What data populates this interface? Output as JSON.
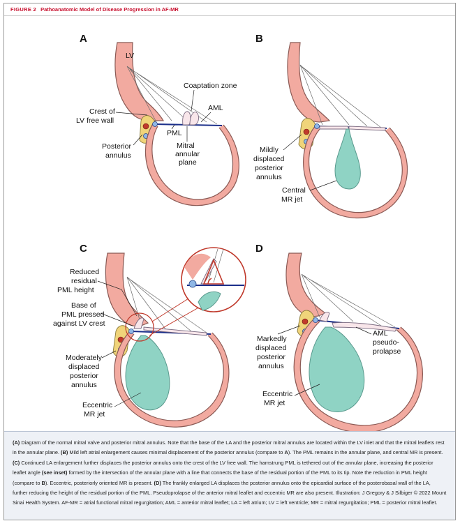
{
  "figure": {
    "label": "FIGURE 2",
    "title": "Pathoanatomic Model of Disease Progression in AF-MR"
  },
  "colors": {
    "accent": "#c8102e",
    "wall": "#f2aaa0",
    "wall_edge": "#d97a72",
    "jet": "#8fd3c4",
    "annulus_plane": "#1b2f8a",
    "annulus_tissue": "#f0d47a"
  },
  "panels": {
    "a": {
      "letter": "A",
      "labels": {
        "lv": "LV",
        "coaptation": "Coaptation zone",
        "crest_1": "Crest of",
        "crest_2": "LV free wall",
        "aml": "AML",
        "pml": "PML",
        "post_1": "Posterior",
        "post_2": "annulus",
        "mitral_1": "Mitral",
        "mitral_2": "annular",
        "mitral_3": "plane"
      }
    },
    "b": {
      "letter": "B",
      "labels": {
        "mild_1": "Mildly",
        "mild_2": "displaced",
        "mild_3": "posterior",
        "mild_4": "annulus",
        "central_1": "Central",
        "central_2": "MR jet"
      }
    },
    "c": {
      "letter": "C",
      "labels": {
        "reduced_1": "Reduced",
        "reduced_2": "residual",
        "reduced_3": "PML height",
        "base_1": "Base of",
        "base_2": "PML pressed",
        "base_3": "against LV crest",
        "mod_1": "Moderately",
        "mod_2": "displaced",
        "mod_3": "posterior",
        "mod_4": "annulus",
        "ecc_1": "Eccentric",
        "ecc_2": "MR jet"
      }
    },
    "d": {
      "letter": "D",
      "labels": {
        "mark_1": "Markedly",
        "mark_2": "displaced",
        "mark_3": "posterior",
        "mark_4": "annulus",
        "aml_1": "AML",
        "aml_2": "pseudo-",
        "aml_3": "prolapse",
        "ecc_1": "Eccentric",
        "ecc_2": "MR jet"
      }
    }
  },
  "caption": {
    "a_tag": "(A)",
    "a_text": " Diagram of the normal mitral valve and posterior mitral annulus. Note that the base of the LA and the posterior mitral annulus are located within the LV inlet and that the mitral leaflets rest in the annular plane. ",
    "b_tag": "(B)",
    "b_text": " Mild left atrial enlargement causes minimal displacement of the posterior annulus (compare to ",
    "b_ref": "A",
    "b_text2": "). The PML remains in the annular plane, and central MR is present. ",
    "c_tag": "(C)",
    "c_text": " Continued LA enlargement further displaces the posterior annulus onto the crest of the LV free wall. The hamstrung PML is tethered out of the annular plane, increasing the posterior leaflet angle ",
    "c_inset": "(see inset)",
    "c_text2": " formed by the intersection of the annular plane with a line that connects the base of the residual portion of the PML to its tip. Note the reduction in PML height (compare to ",
    "c_ref": "B",
    "c_text3": "). Eccentric, posteriorly oriented MR is present. ",
    "d_tag": "(D)",
    "d_text": " The frankly enlarged LA displaces the posterior annulus onto the epicardial surface of the posterobasal wall of the LA, further reducing the height of the residual portion of the PML. Pseudoprolapse of the anterior mitral leaflet and eccentric MR are also present. Illustration: J Gregory & J Silbiger © 2022 Mount Sinai Health System. AF-MR = atrial functional mitral regurgitation; AML = anterior mitral leaflet; LA = left atrium; LV = left ventricle; MR = mitral regurgitation; PML = posterior mitral leaflet."
  }
}
